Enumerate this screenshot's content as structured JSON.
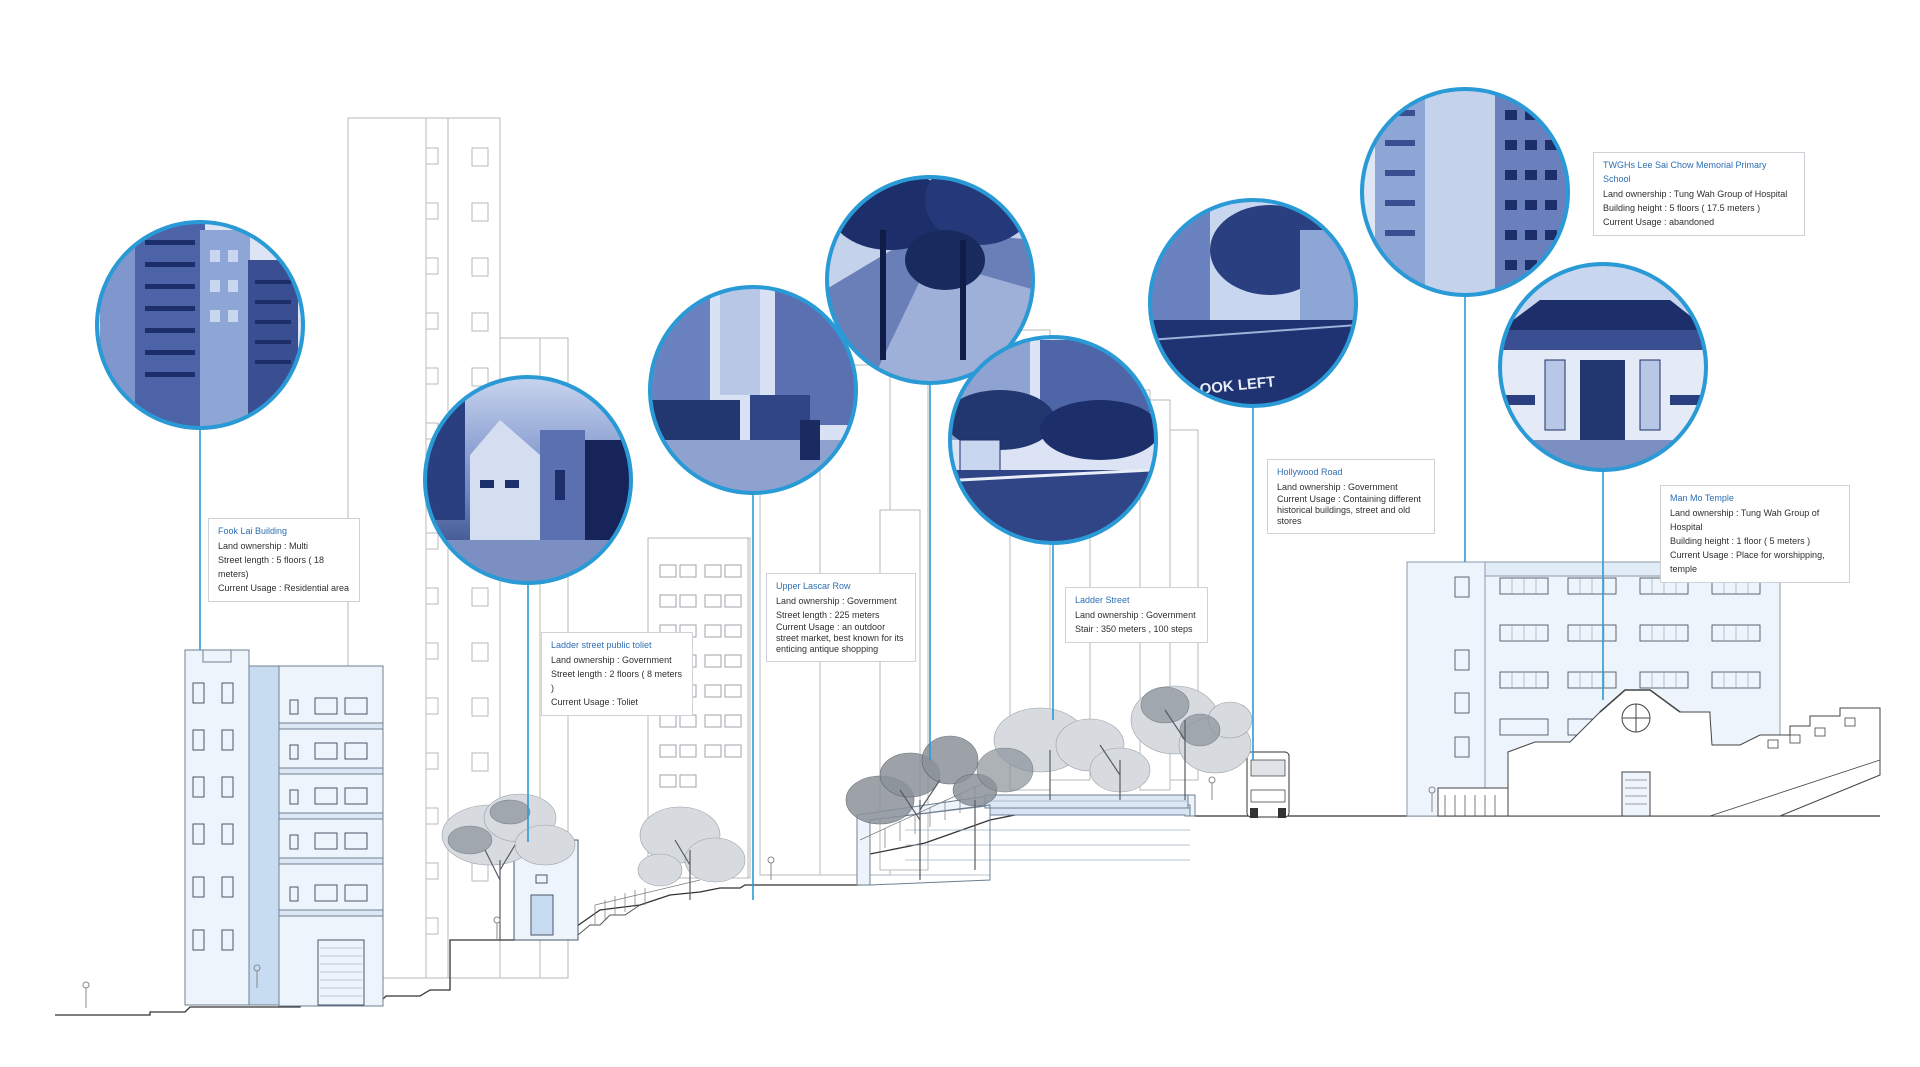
{
  "palette": {
    "accent": "#2a9ad6",
    "building_fill": "#e9f2fb",
    "building_stroke": "#7a8fa6",
    "line": "#9a9a9a",
    "title": "#2f6fb3",
    "photo_dark": "#1c2f6a",
    "photo_light": "#8fa9d8"
  },
  "photo_content": {
    "hollywood_road_marking": "OOK LEFT"
  },
  "labels": [
    {
      "id": "fook-lai",
      "title": "Fook Lai Building",
      "lines": [
        "Land ownership :  Multi",
        "Street length : 5 floors ( 18 meters)",
        "Current Usage : Residential area"
      ]
    },
    {
      "id": "toilet",
      "title": "Ladder street public toliet",
      "lines": [
        "Land ownership :  Government",
        "Street length : 2 floors ( 8 meters )",
        "Current Usage : Toliet"
      ]
    },
    {
      "id": "lascar",
      "title": "Upper Lascar Row",
      "lines": [
        "Land ownership : Government",
        "Street length : 225 meters",
        "Current Usage : an outdoor street market, best known for its enticing antique shopping"
      ]
    },
    {
      "id": "ladder",
      "title": "Ladder Street",
      "lines": [
        "Land ownership : Government",
        "Stair : 350 meters , 100 steps"
      ]
    },
    {
      "id": "hollywood",
      "title": "Hollywood Road",
      "lines": [
        "Land ownership : Government",
        "Current Usage : Containing different historical buildings, street and old stores"
      ]
    },
    {
      "id": "school",
      "title": "TWGHs Lee Sai Chow Memorial Primary School",
      "lines": [
        "Land ownership : Tung Wah Group of Hospital",
        "Building height : 5 floors ( 17.5 meters )",
        "Current Usage : abandoned"
      ]
    },
    {
      "id": "temple",
      "title": "Man Mo Temple",
      "lines": [
        "Land ownership : Tung Wah Group of Hospital",
        "Building height : 1 floor ( 5 meters )",
        "Current Usage :  Place for worshipping, temple"
      ]
    }
  ]
}
